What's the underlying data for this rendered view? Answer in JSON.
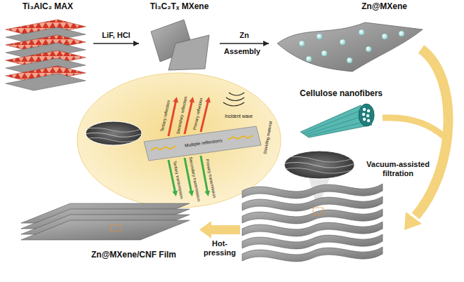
{
  "diagram": {
    "nodes": [
      {
        "text": [
          "Ti₃AlC₂ MAX"
        ]
      },
      {
        "text": [
          "Ti₃C₂Tₓ MXene"
        ]
      },
      {
        "text": [
          "Zn@MXene"
        ]
      },
      {
        "text": [
          "Cellulose nanofibers"
        ]
      },
      {
        "text": [
          "Zn@MXene/CNF Film"
        ]
      }
    ],
    "edges": [
      {
        "from": 0,
        "to": 1,
        "arrow": "to",
        "label": "LiF, HCl"
      },
      {
        "from": 1,
        "to": 2,
        "arrow": "to",
        "label": "Zn"
      }
    ],
    "labels": [
      "Assembly",
      "Vacuum-assisted filtration",
      "Hot-pressing",
      "Incident wave",
      "Primary reflection",
      "Secondary reflection",
      "Tertiary reflection",
      "Multiple reflections",
      "Shielding material",
      "Primary transmission",
      "Secondary transmission",
      "Tertiary transmission"
    ]
  }
}
